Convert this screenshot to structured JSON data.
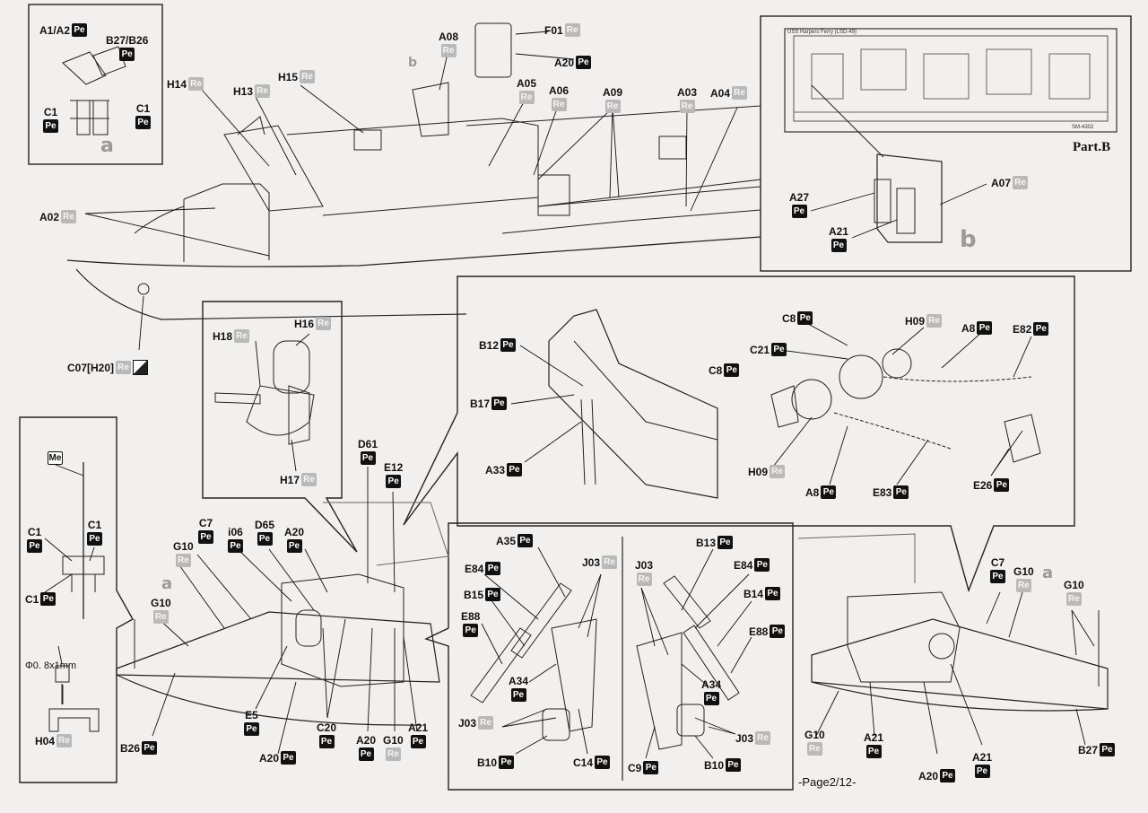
{
  "page": {
    "footer": "-Page2/12-"
  },
  "badge_types": {
    "Pe": "Pe",
    "Re": "Re",
    "Me": "Me"
  },
  "colors": {
    "pe_badge": "#111111",
    "re_badge": "#b9b9b9",
    "ink": "#111111",
    "paper": "#f1f0ee"
  },
  "part_b": {
    "title": "Part.B",
    "fret_caption": "USS Harpers Ferry (LSD-49)",
    "fret_small_text": "SM-4302",
    "callout_letter": "b"
  },
  "inset_a": {
    "callout_letter": "a"
  },
  "main_hull": {
    "callout_letter_b": "b"
  },
  "bow_left": {
    "callout_letter": "a"
  },
  "bow_right": {
    "callout_letter": "a"
  },
  "mast": {
    "rod_spec": "Φ0. 8x1mm"
  },
  "labels": {
    "a1a2": {
      "code": "A1/A2",
      "badge": "Pe"
    },
    "b27b26": {
      "code": "B27/B26",
      "badge": "Pe"
    },
    "c1_inset_left": {
      "code": "C1",
      "badge": "Pe"
    },
    "c1_inset_right": {
      "code": "C1",
      "badge": "Pe"
    },
    "h14": {
      "code": "H14",
      "badge": "Re"
    },
    "h13": {
      "code": "H13",
      "badge": "Re"
    },
    "h15": {
      "code": "H15",
      "badge": "Re"
    },
    "a08": {
      "code": "A08",
      "badge": "Re"
    },
    "f01": {
      "code": "F01",
      "badge": "Re"
    },
    "a20_top": {
      "code": "A20",
      "badge": "Pe"
    },
    "a05": {
      "code": "A05",
      "badge": "Re"
    },
    "a06": {
      "code": "A06",
      "badge": "Re"
    },
    "a09": {
      "code": "A09",
      "badge": "Re"
    },
    "a03": {
      "code": "A03",
      "badge": "Re"
    },
    "a04": {
      "code": "A04",
      "badge": "Re"
    },
    "a02": {
      "code": "A02",
      "badge": "Re"
    },
    "c07": {
      "code": "C07[H20]",
      "badge": "Re"
    },
    "a27_b": {
      "code": "A27",
      "badge": "Pe"
    },
    "a07_b": {
      "code": "A07",
      "badge": "Re"
    },
    "a21_b": {
      "code": "A21",
      "badge": "Pe"
    },
    "h18": {
      "code": "H18",
      "badge": "Re"
    },
    "h16": {
      "code": "H16",
      "badge": "Re"
    },
    "h17": {
      "code": "H17",
      "badge": "Re"
    },
    "b12": {
      "code": "B12",
      "badge": "Pe"
    },
    "b17": {
      "code": "B17",
      "badge": "Pe"
    },
    "a33": {
      "code": "A33",
      "badge": "Pe"
    },
    "c8_top": {
      "code": "C8",
      "badge": "Pe"
    },
    "c21": {
      "code": "C21",
      "badge": "Pe"
    },
    "c8_mid": {
      "code": "C8",
      "badge": "Pe"
    },
    "h09_top": {
      "code": "H09",
      "badge": "Re"
    },
    "a8_top": {
      "code": "A8",
      "badge": "Pe"
    },
    "e82": {
      "code": "E82",
      "badge": "Pe"
    },
    "h09_bottom": {
      "code": "H09",
      "badge": "Re"
    },
    "a8_bottom": {
      "code": "A8",
      "badge": "Pe"
    },
    "e83": {
      "code": "E83",
      "badge": "Pe"
    },
    "e26": {
      "code": "E26",
      "badge": "Pe"
    },
    "me": {
      "code": "",
      "badge": "Me"
    },
    "c1_mast_left": {
      "code": "C1",
      "badge": "Pe"
    },
    "c1_mast_right": {
      "code": "C1",
      "badge": "Pe"
    },
    "c1_mast_low": {
      "code": "C1",
      "badge": "Pe"
    },
    "h04": {
      "code": "H04",
      "badge": "Re"
    },
    "d61": {
      "code": "D61",
      "badge": "Pe"
    },
    "e12": {
      "code": "E12",
      "badge": "Pe"
    },
    "c7_left": {
      "code": "C7",
      "badge": "Pe"
    },
    "i06": {
      "code": "i06",
      "badge": "Pe"
    },
    "d65": {
      "code": "D65",
      "badge": "Pe"
    },
    "a20_left": {
      "code": "A20",
      "badge": "Pe"
    },
    "g10_l1": {
      "code": "G10",
      "badge": "Re"
    },
    "g10_l2": {
      "code": "G10",
      "badge": "Re"
    },
    "e5": {
      "code": "E5",
      "badge": "Pe"
    },
    "c20": {
      "code": "C20",
      "badge": "Pe"
    },
    "a20_l2": {
      "code": "A20",
      "badge": "Pe"
    },
    "g10_l3": {
      "code": "G10",
      "badge": "Re"
    },
    "a21_l": {
      "code": "A21",
      "badge": "Pe"
    },
    "b26": {
      "code": "B26",
      "badge": "Pe"
    },
    "a20_l3": {
      "code": "A20",
      "badge": "Pe"
    },
    "a35": {
      "code": "A35",
      "badge": "Pe"
    },
    "j03_l_top": {
      "code": "J03",
      "badge": "Re"
    },
    "e84_l": {
      "code": "E84",
      "badge": "Pe"
    },
    "b15": {
      "code": "B15",
      "badge": "Pe"
    },
    "e88_l": {
      "code": "E88",
      "badge": "Pe"
    },
    "a34_l": {
      "code": "A34",
      "badge": "Pe"
    },
    "j03_l_bottom": {
      "code": "J03",
      "badge": "Re"
    },
    "b10_l": {
      "code": "B10",
      "badge": "Pe"
    },
    "c14": {
      "code": "C14",
      "badge": "Pe"
    },
    "j03_r_top": {
      "code": "J03",
      "badge": "Re"
    },
    "b13": {
      "code": "B13",
      "badge": "Pe"
    },
    "e84_r": {
      "code": "E84",
      "badge": "Pe"
    },
    "b14": {
      "code": "B14",
      "badge": "Pe"
    },
    "e88_r": {
      "code": "E88",
      "badge": "Pe"
    },
    "a34_r": {
      "code": "A34",
      "badge": "Pe"
    },
    "j03_r_bottom": {
      "code": "J03",
      "badge": "Re"
    },
    "c9": {
      "code": "C9",
      "badge": "Pe"
    },
    "b10_r": {
      "code": "B10",
      "badge": "Pe"
    },
    "c7_right": {
      "code": "C7",
      "badge": "Pe"
    },
    "g10_r1": {
      "code": "G10",
      "badge": "Re"
    },
    "g10_r2": {
      "code": "G10",
      "badge": "Re"
    },
    "g10_r3": {
      "code": "G10",
      "badge": "Re"
    },
    "a21_r1": {
      "code": "A21",
      "badge": "Pe"
    },
    "a21_r2": {
      "code": "A21",
      "badge": "Pe"
    },
    "a20_r": {
      "code": "A20",
      "badge": "Pe"
    },
    "b27": {
      "code": "B27",
      "badge": "Pe"
    }
  }
}
